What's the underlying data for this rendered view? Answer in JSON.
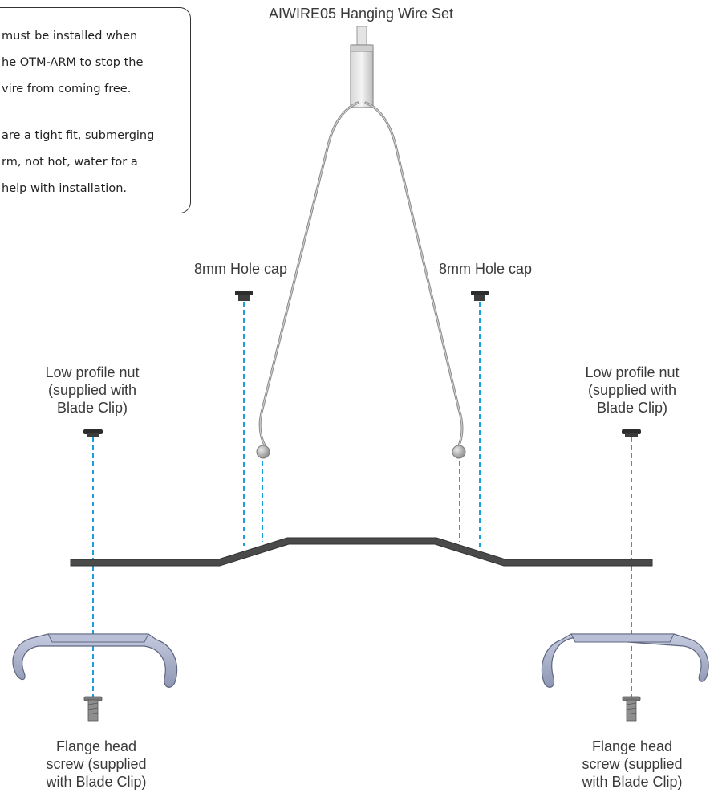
{
  "title": "AIWIRE05 Hanging Wire Set",
  "note": {
    "lines": [
      "must be installed when",
      "he OTM-ARM to stop the",
      "vire from coming free.",
      "",
      "are a tight fit, submerging",
      "rm, not hot, water for a",
      "help with installation."
    ]
  },
  "labels": {
    "hole_cap_left": "8mm Hole cap",
    "hole_cap_right": "8mm Hole cap",
    "nut_left": [
      "Low profile nut",
      "(supplied with",
      "Blade Clip)"
    ],
    "nut_right": [
      "Low profile nut",
      "(supplied with",
      "Blade Clip)"
    ],
    "screw_left": [
      "Flange head",
      "screw (supplied",
      "with Blade Clip)"
    ],
    "screw_right": [
      "Flange head",
      "screw (supplied",
      "with Blade Clip)"
    ]
  },
  "colors": {
    "guide_line": "#1ba0dc",
    "bar": "#4a4a4a",
    "wire": "#8a8a8a",
    "clip": "#9aa3b8"
  }
}
